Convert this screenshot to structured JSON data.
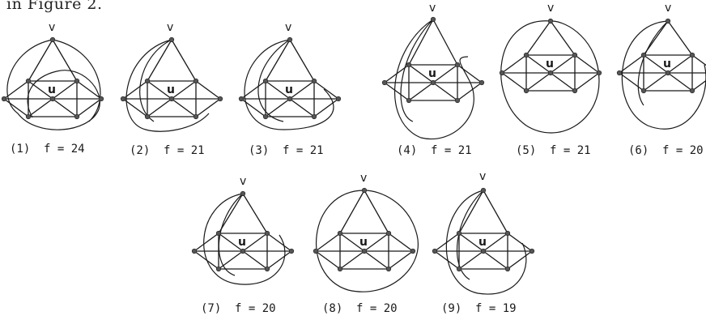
{
  "fragment_text": "in Figure 2.",
  "vertex_v_label": "v",
  "vertex_u_label": "u",
  "panels": [
    {
      "number": "(1)",
      "caption": "f = 24"
    },
    {
      "number": "(2)",
      "caption": "f = 21"
    },
    {
      "number": "(3)",
      "caption": "f = 21"
    },
    {
      "number": "(4)",
      "caption": "f = 21"
    },
    {
      "number": "(5)",
      "caption": "f = 21"
    },
    {
      "number": "(6)",
      "caption": "f = 20"
    },
    {
      "number": "(7)",
      "caption": "f = 20"
    },
    {
      "number": "(8)",
      "caption": "f = 20"
    },
    {
      "number": "(9)",
      "caption": "f = 19"
    }
  ]
}
